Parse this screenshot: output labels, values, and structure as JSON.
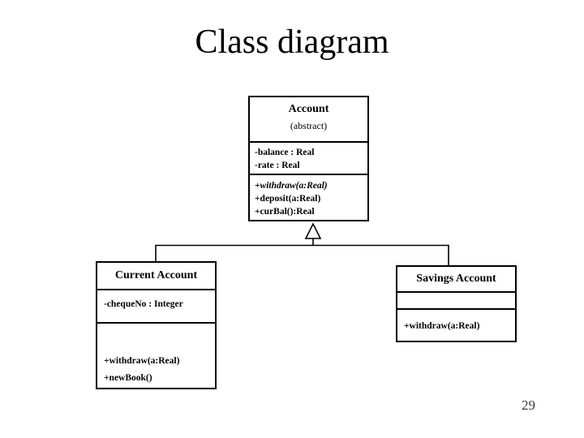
{
  "slide": {
    "title": "Class diagram",
    "page_number": "29"
  },
  "diagram": {
    "classes": [
      {
        "id": "account",
        "name": "Account",
        "stereotype": "(abstract)",
        "attributes": [
          "-balance : Real",
          "-rate : Real"
        ],
        "operations": [
          {
            "text": "+withdraw(a:Real)",
            "abstract": true
          },
          {
            "text": "+deposit(a:Real)",
            "abstract": false
          },
          {
            "text": "+curBal():Real",
            "abstract": false
          }
        ]
      },
      {
        "id": "current-account",
        "name": "Current Account",
        "stereotype": "",
        "attributes": [
          "-chequeNo : Integer"
        ],
        "operations": [
          {
            "text": "+withdraw(a:Real)",
            "abstract": false
          },
          {
            "text": "+newBook()",
            "abstract": false
          }
        ]
      },
      {
        "id": "savings-account",
        "name": "Savings Account",
        "stereotype": "",
        "attributes": [],
        "operations": [
          {
            "text": "+withdraw(a:Real)",
            "abstract": false
          }
        ]
      }
    ],
    "relationships": [
      {
        "type": "generalization",
        "parent": "Account",
        "children": [
          "Current Account",
          "Savings Account"
        ]
      }
    ],
    "colors": {
      "line": "#000000",
      "text": "#000000",
      "background": "#ffffff"
    }
  }
}
